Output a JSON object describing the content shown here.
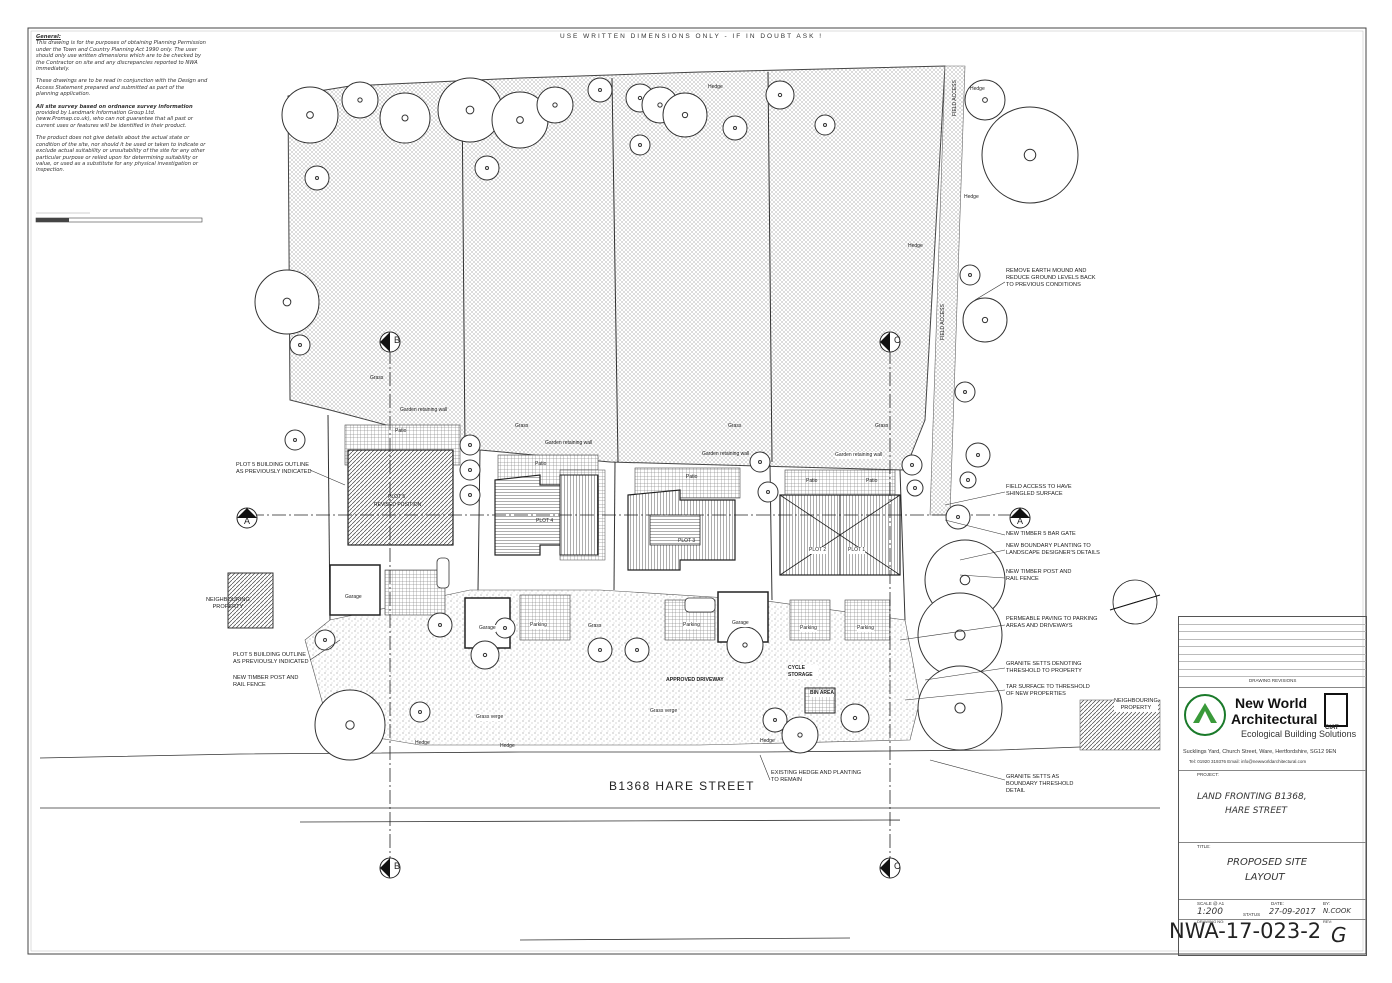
{
  "header": {
    "note": "USE WRITTEN DIMENSIONS ONLY - IF IN DOUBT ASK !"
  },
  "general_notes": {
    "title": "General:",
    "p1": "This drawing is for the purposes of obtaining Planning Permission under the Town and Country Planning Act 1990 only. The user should only use written dimensions which are to be checked by the Contractor on site and any discrepancies reported to NWA immediately.",
    "p2": "These drawings are to be read in conjunction with the Design and Access Statement prepared and submitted as part of the planning application.",
    "p3_title": "All site survey based on ordnance survey information",
    "p3": "provided by Landmark Information Group Ltd. (www.Promap.co.uk), who can not guarantee that all past or current uses or features will be identified in their product.",
    "p4": "The product does not give details about the actual state or condition of the site, nor should it be used or taken to indicate or exclude actual suitability or unsuitability of the site for any other particular purpose or relied upon for determining suitability or value, or used as a substitute for any physical investigation or inspection."
  },
  "road_label": "B1368 HARE STREET",
  "plots": {
    "plot5": "PLOT 5",
    "plot5_sub": "REVISED POSITION",
    "plot4": "PLOT 4",
    "plot3": "PLOT 3",
    "plot2": "PLOT 2",
    "plot1": "PLOT 1"
  },
  "site_labels": {
    "garden_wall": "Garden retaining wall",
    "patio": "Patio",
    "grass": "Grass",
    "garage": "Garage",
    "parking": "Parking",
    "hedge": "Hedge",
    "grass_verge": "Grass verge",
    "approved_driveway": "APPROVED DRIVEWAY",
    "cycle_storage": "CYCLE STORAGE",
    "bin_area": "BIN AREA",
    "field_access": "FIELD ACCESS",
    "neighbouring_property": "NEIGHBOURING PROPERTY"
  },
  "section_markers": {
    "a": "A",
    "b": "B",
    "c": "C"
  },
  "annotations": {
    "remove_mound": "REMOVE EARTH MOUND AND\nREDUCE GROUND LEVELS BACK\nTO PREVIOUS CONDITIONS",
    "field_access_surface": "FIELD ACCESS TO HAVE\nSHINGLED SURFACE",
    "new_gate": "NEW TIMBER 5 BAR GATE",
    "boundary_planting": "NEW BOUNDARY PLANTING TO\nLANDSCAPE DESIGNER'S DETAILS",
    "post_rail_right": "NEW TIMBER POST AND\nRAIL FENCE",
    "permeable": "PERMEABLE PAVING TO PARKING\nAREAS AND DRIVEWAYS",
    "granite_threshold": "GRANITE SETTS DENOTING\nTHRESHOLD TO PROPERTY",
    "tar_surface": "TAR SURFACE TO THRESHOLD\nOF NEW PROPERTIES",
    "granite_boundary": "GRANITE SETTS AS\nBOUNDARY THRESHOLD\nDETAIL",
    "existing_hedge": "EXISTING HEDGE AND PLANTING\nTO REMAIN",
    "plot5_outline_top": "PLOT 5 BUILDING OUTLINE\nAS PREVIOUSLY INDICATED",
    "plot5_outline_bottom": "PLOT 5 BUILDING OUTLINE\nAS PREVIOUSLY INDICATED",
    "post_rail_left": "NEW TIMBER POST AND\nRAIL FENCE",
    "neighbouring_left": "NEIGHBOURING\nPROPERTY",
    "neighbouring_right": "NEIGHBOURING\nPROPERTY"
  },
  "title_block": {
    "revisions_title": "DRAWING REVISIONS",
    "company_line1": "New World",
    "company_line2": "Architectural",
    "company_tagline": "Ecological Building Solutions",
    "ciat": "CIAT",
    "address": "Sucklings Yard, Church Street, Ware, Hertfordshire, SG12 9EN",
    "contact": "Tel: 01920 319376   Email: info@newworldarchitectural.com",
    "project_label": "PROJECT:",
    "project_line1": "LAND FRONTING B1368,",
    "project_line2": "HARE STREET",
    "title_label": "TITLE:",
    "title_line1": "PROPOSED SITE",
    "title_line2": "LAYOUT",
    "scale_label": "SCALE @ A1",
    "scale": "1:200",
    "status_label": "STATUS",
    "date_label": "DATE:",
    "date": "27-09-2017",
    "by_label": "BY:",
    "by": "N.COOK",
    "drawing_no_label": "DRAWING NO:",
    "drawing_no": "NWA-17-023-2",
    "rev_label": "REV:",
    "rev": "G"
  }
}
